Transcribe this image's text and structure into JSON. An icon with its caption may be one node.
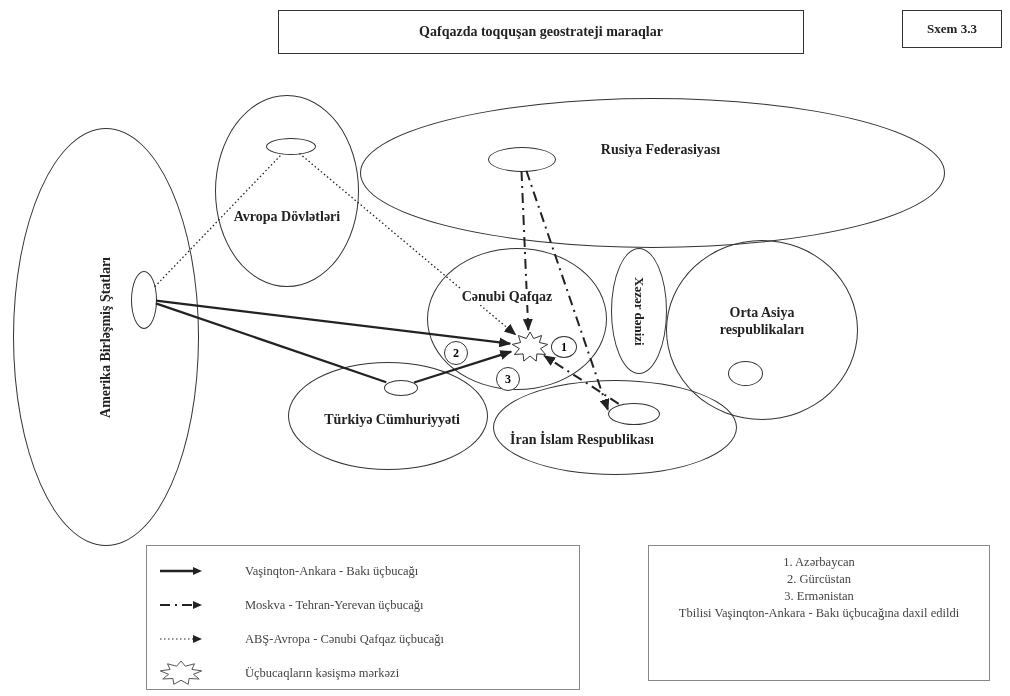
{
  "diagram": {
    "title": "Qafqazda toqquşan geostrateji maraqlar",
    "nodes": [
      {
        "text": [
          "Amerika Birləşmiş Ştatları"
        ]
      },
      {
        "text": [],
        "shape": "ellipse",
        "in": 0
      },
      {
        "text": [
          "Avropa Dövlətləri"
        ]
      },
      {
        "text": [],
        "shape": "ellipse",
        "in": 2
      },
      {
        "text": [
          "Rusiya Federasiyası"
        ]
      },
      {
        "text": [],
        "shape": "ellipse",
        "in": 4
      },
      {
        "text": [
          "Cənubi Qafqaz"
        ]
      },
      {
        "text": [],
        "shape": "star",
        "in": 6
      },
      {
        "text": [
          "1"
        ],
        "in": 6
      },
      {
        "text": [
          "2"
        ],
        "in": 6
      },
      {
        "text": [
          "3"
        ],
        "in": 6
      },
      {
        "text": [
          "Xəzər dənizi"
        ]
      },
      {
        "text": [
          "Orta Asiya respublikaları"
        ]
      },
      {
        "text": [],
        "shape": "ellipse",
        "in": 12
      },
      {
        "text": [
          "Türkiyə Cümhuriyyəti"
        ]
      },
      {
        "text": [],
        "shape": "ellipse",
        "in": 14
      },
      {
        "text": [
          "İran İslam Respublikası"
        ]
      },
      {
        "text": [],
        "shape": "ellipse",
        "in": 16
      }
    ],
    "edges": [
      {
        "from": 1,
        "to": 7,
        "arrow": "to"
      },
      {
        "from": 1,
        "to": 15,
        "arrow": "none"
      },
      {
        "from": 15,
        "to": 7,
        "arrow": "to"
      },
      {
        "from": 1,
        "to": 3,
        "arrow": "none",
        "style": "dashed"
      },
      {
        "from": 3,
        "to": 7,
        "arrow": "to",
        "style": "dashed"
      },
      {
        "from": 5,
        "to": 7,
        "arrow": "to",
        "style": "dashed"
      },
      {
        "from": 5,
        "to": 17,
        "arrow": "to",
        "style": "dashed"
      },
      {
        "from": 17,
        "to": 7,
        "arrow": "to",
        "style": "dashed"
      }
    ],
    "labels": [
      "Sxem 3.3",
      "1. Azərbaycan",
      "2. Gürcüstan",
      "3. Ermənistan",
      "Tbilisi Vaşinqton-Ankara - Bakı üçbucağına daxil edildi"
    ],
    "legend": [
      {
        "text": "Vaşinqton-Ankara - Bakı üçbucağı"
      },
      {
        "text": "Moskva - Tehran-Yerevan üçbucağı"
      },
      {
        "text": "ABŞ-Avropa - Cənubi Qafqaz üçbucağı"
      },
      {
        "text": "Üçbucaqların kəsişmə mərkəzi"
      }
    ]
  }
}
